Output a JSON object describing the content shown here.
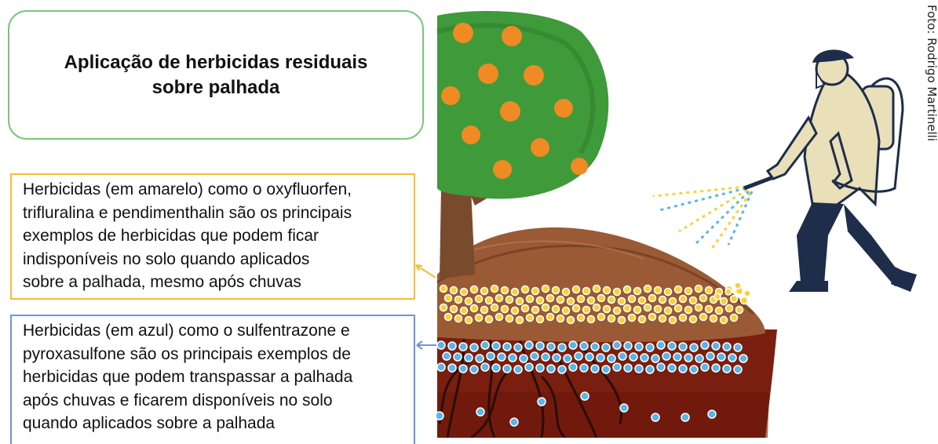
{
  "title": {
    "lines": [
      "Aplicação de herbicidas residuais",
      "sobre palhada"
    ]
  },
  "yellow_note": {
    "lines": [
      "Herbicidas (em amarelo) como o oxyfluorfen,",
      "trifluralina e pendimenthalin são os principais",
      "exemplos de herbicidas que podem ficar",
      "indisponíveis no solo quando aplicados",
      "sobre a palhada, mesmo após chuvas"
    ],
    "color": "#f2bd38"
  },
  "blue_note": {
    "lines": [
      "Herbicidas (em azul) como o sulfentrazone e",
      "pyroxasulfone são os principais exemplos de",
      "herbicidas que podem transpassar a palhada",
      "após chuvas e ficarem disponíveis no solo",
      "quando aplicados sobre a palhada"
    ],
    "color": "#6a96d4"
  },
  "credit": "Foto: Rodrigo Martinelli",
  "colors": {
    "title_border": "#7cc57a",
    "straw": "#9a5a36",
    "soil": "#7a1e10",
    "tree_leaf": "#3f9a3a",
    "orange_fruit": "#f08a24",
    "herbicide_yellow": "#f6d23a",
    "herbicide_blue": "#5ab6e6"
  },
  "icons": [
    "orange-tree-icon",
    "spraying-worker-icon",
    "arrow-left-icon"
  ]
}
